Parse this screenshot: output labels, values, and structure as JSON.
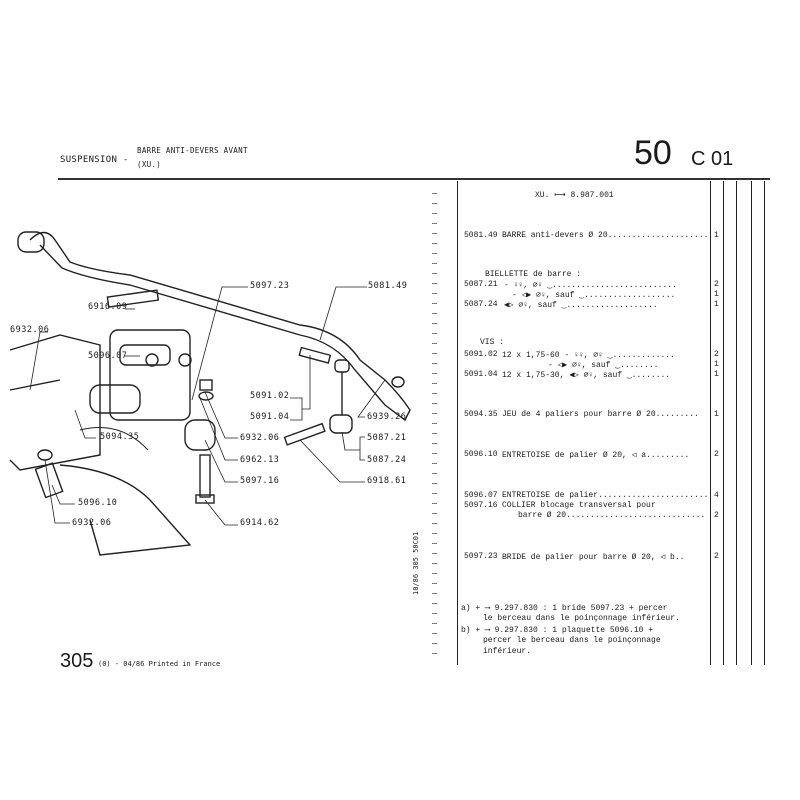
{
  "header": {
    "section": "SUSPENSION -",
    "subtitle_1": "BARRE ANTI-DEVERS AVANT",
    "subtitle_2": "(XU.)",
    "group_number": "50",
    "page_code": "C 01"
  },
  "table": {
    "applicability": "XU. ⟼ 8.987.001",
    "rows": [
      {
        "ref": "5081.49",
        "text": "BARRE anti-devers Ø 20.....................",
        "qty": "1"
      },
      {
        "ref": "",
        "text": "BIELLETTE de barre :",
        "qty": ""
      },
      {
        "ref": "5087.21",
        "text": "- ♀♀, ⌀♀ ‿..........................",
        "qty": "2"
      },
      {
        "ref": "",
        "text": "- ◁▶ ⌀♀, sauf ‿...................",
        "qty": "1"
      },
      {
        "ref": "5087.24",
        "text": "◀▷ ⌀♀, sauf ‿...................",
        "qty": "1"
      },
      {
        "ref": "",
        "text": "VIS :",
        "qty": ""
      },
      {
        "ref": "5091.02",
        "text": "12 x 1,75-60 - ♀♀, ⌀♀ ‿.............",
        "qty": "2"
      },
      {
        "ref": "",
        "text": "- ◁▶ ⌀♀, sauf ‿........",
        "qty": "1"
      },
      {
        "ref": "5091.04",
        "text": "12 x 1,75-30,  ◀▷ ⌀♀, sauf ‿........",
        "qty": "1"
      },
      {
        "ref": "5094.35",
        "text": "JEU de 4 paliers pour barre Ø 20.........",
        "qty": "1"
      },
      {
        "ref": "5096.10",
        "text": "ENTRETOISE de palier Ø 20, ◁ a.........",
        "qty": "2"
      },
      {
        "ref": "5096.07",
        "text": "ENTRETOISE de palier.......................",
        "qty": "4"
      },
      {
        "ref": "5097.16",
        "text": "COLLIER blocage transversal pour",
        "qty": ""
      },
      {
        "ref": "",
        "text": "barre Ø 20.............................",
        "qty": "2"
      },
      {
        "ref": "5097.23",
        "text": "BRIDE de palier pour barre Ø 20, ◁ b..",
        "qty": "2"
      }
    ],
    "notes": [
      "a) + ⟶ 9.297.830 : 1 bride 5097.23 + percer",
      "le berceau dans le poinçonnage inférieur.",
      "b) + ⟶ 9.297.830 : 1 plaquette 5096.10 +",
      "percer le berceau dans le poinçonnage",
      "inférieur."
    ]
  },
  "side_code": "10/86 305 50C01",
  "footer": {
    "page": "305",
    "edition": "(0) - 04/86 Printed in France"
  },
  "diagram": {
    "labels": {
      "l6916_09": "6916.09",
      "l6932_06a": "6932.06",
      "l5096_07": "5096.07",
      "l5094_35": "5094.35",
      "l5096_10": "5096.10",
      "l6932_06b": "6932.06",
      "l5097_23": "5097.23",
      "l5081_49": "5081.49",
      "l5091_02": "5091.02",
      "l5091_04": "5091.04",
      "l6932_06c": "6932.06",
      "l6962_13": "6962.13",
      "l5097_16": "5097.16",
      "l6914_62": "6914.62",
      "l6939_26": "6939.26",
      "l5087_21": "5087.21",
      "l5087_24": "5087.24",
      "l6918_61": "6918.61"
    }
  }
}
